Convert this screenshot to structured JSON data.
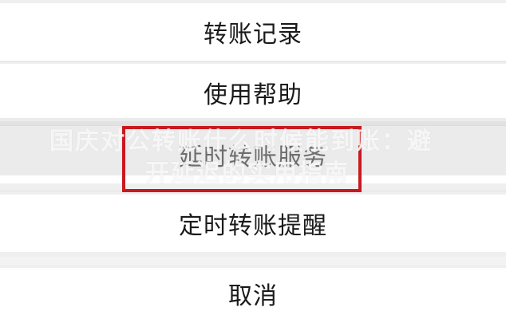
{
  "menu": {
    "items": [
      {
        "label": "转账记录"
      },
      {
        "label": "使用帮助"
      },
      {
        "label": "延时转账服务"
      },
      {
        "label": "定时转账提醒"
      }
    ],
    "cancel_label": "取消"
  },
  "watermark": {
    "line1": "国庆对公转账什么时候能到账：避",
    "line2": "开延迟的实用指南",
    "border_color": "#c8191e"
  }
}
